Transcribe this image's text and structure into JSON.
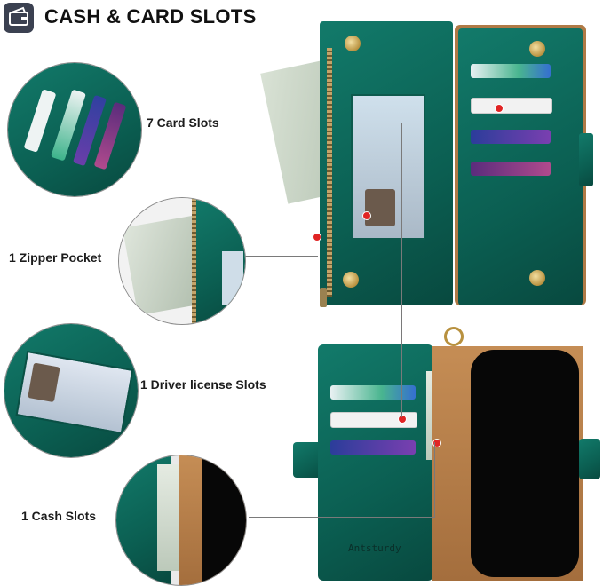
{
  "header": {
    "title": "CASH & CARD SLOTS",
    "icon": "wallet-icon"
  },
  "labels": {
    "card_slots": "7 Card Slots",
    "zipper_pocket": "1 Zipper Pocket",
    "driver_license": "1 Driver license Slots",
    "cash_slots": "1 Cash Slots"
  },
  "brand": "Antsturdy",
  "colors": {
    "wallet_green": "#0b5f52",
    "leather_tan": "#b07a46",
    "marker_red": "#e02424",
    "snap_gold": "#c9a24c"
  }
}
